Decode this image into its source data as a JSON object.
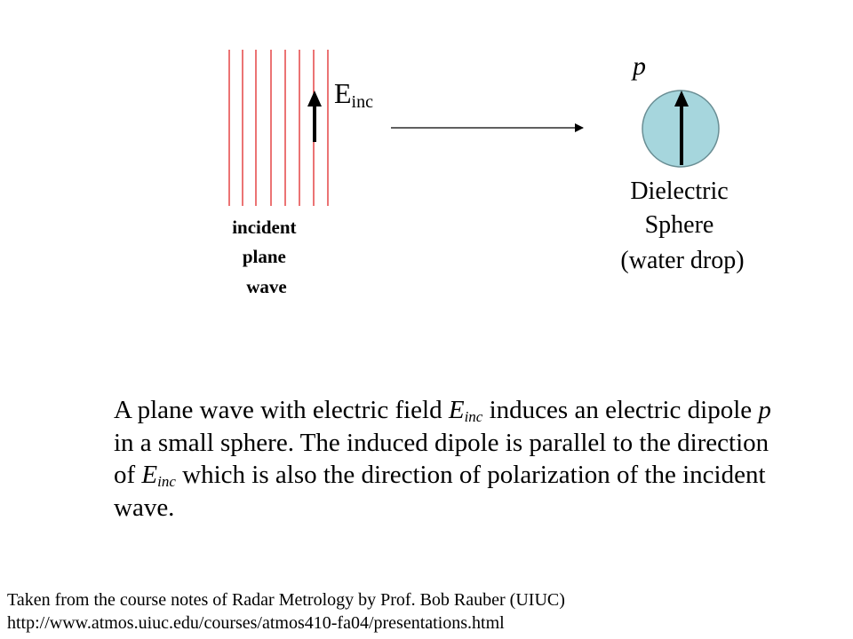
{
  "diagram": {
    "incident_label": [
      "incident",
      "plane",
      "wave"
    ],
    "field_symbol": "E",
    "field_subscript": "inc",
    "dipole_symbol": "p",
    "sphere_label": [
      "Dielectric",
      "Sphere",
      "(water drop)"
    ]
  },
  "caption": {
    "p1": "A plane wave with electric field ",
    "e1": "E",
    "s1": "inc",
    "p2": " induces an electric dipole ",
    "p_sym": "p",
    "p3": " in a small sphere.  The induced dipole is parallel to the direction of ",
    "e2": "E",
    "s2": "inc",
    "p4": " which is also the direction of polarization of the incident wave."
  },
  "credit": {
    "line1": "Taken from the course notes of Radar Metrology by Prof. Bob Rauber (UIUC)",
    "line2": "http://www.atmos.uiuc.edu/courses/atmos410-fa04/presentations.html"
  },
  "colors": {
    "wavefront": "#e0282a",
    "sphere_fill": "#a6d6dd",
    "sphere_stroke": "#6a8e94"
  }
}
